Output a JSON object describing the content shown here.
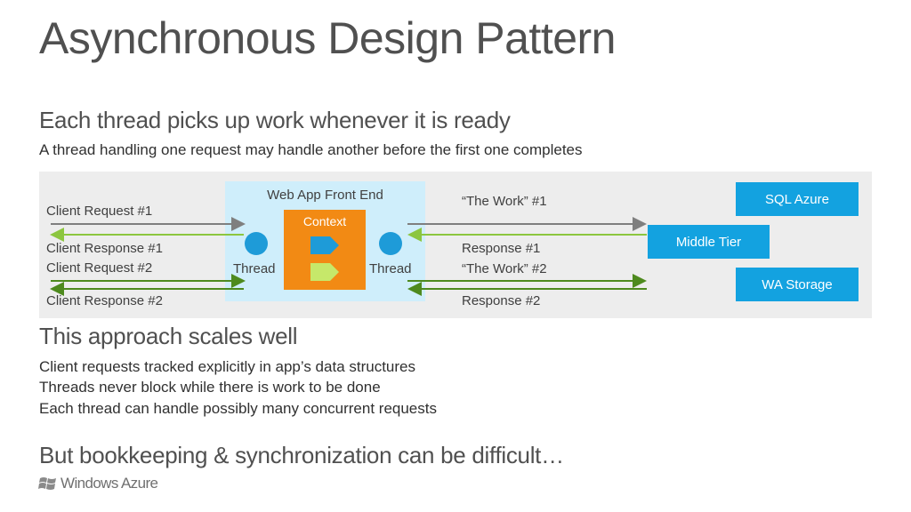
{
  "title": "Asynchronous Design Pattern",
  "section1": {
    "heading": "Each thread picks up work whenever it is ready",
    "subtext": "A thread handling one request may handle another before the first one completes"
  },
  "diagram": {
    "front_end_label": "Web App Front End",
    "context_label": "Context",
    "thread_left": "Thread",
    "thread_right": "Thread",
    "client_request_1": "Client Request #1",
    "client_response_1": "Client Response #1",
    "client_request_2": "Client Request #2",
    "client_response_2": "Client Response #2",
    "work_1": "“The  Work” #1",
    "response_1": "Response #1",
    "work_2": "“The  Work” #2",
    "response_2": "Response #2",
    "sql_azure": "SQL Azure",
    "middle_tier": "Middle Tier",
    "wa_storage": "WA Storage",
    "colors": {
      "request_arrow": "#7f7f7f",
      "response_arrow": "#8cc63f",
      "second_arrow": "#4e8a1e",
      "context": "#f28a14",
      "thread": "#1e9bd8",
      "service_box": "#13a2e0",
      "front_end_bg": "#cfeefb"
    }
  },
  "section2": {
    "heading": "This approach scales well",
    "bullets": [
      "Client requests tracked explicitly in app’s data structures",
      "Threads never block while there is work to be done",
      "Each thread can handle possibly many concurrent requests"
    ]
  },
  "section3": {
    "heading": "But bookkeeping & synchronization can be difficult…"
  },
  "logo": {
    "text": "Windows Azure",
    "icon": "windows-flag-icon"
  }
}
